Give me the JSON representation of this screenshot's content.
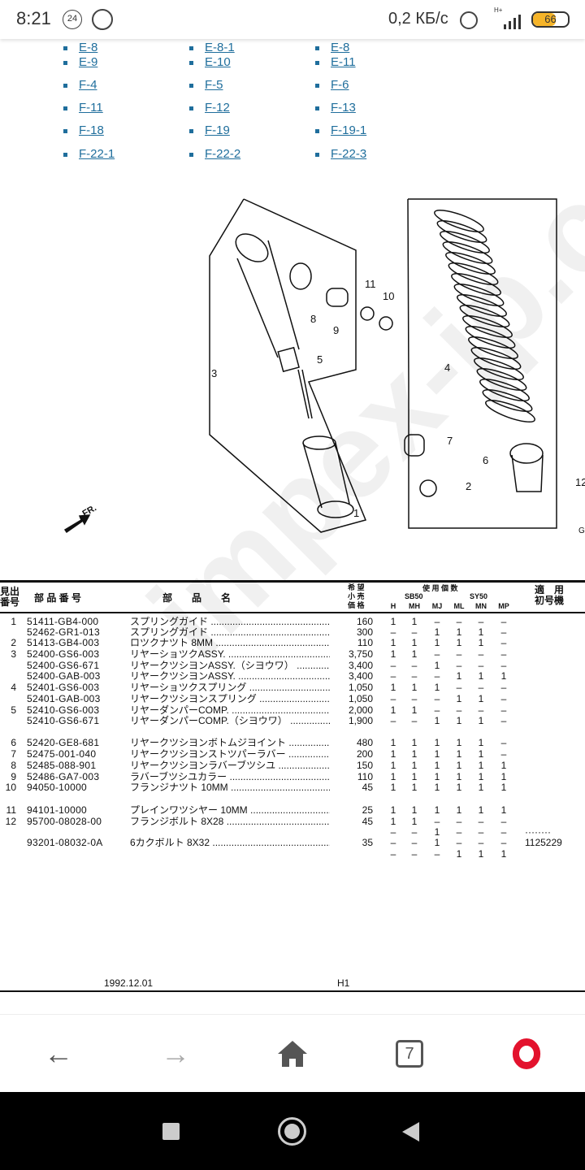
{
  "status_bar": {
    "time": "8:21",
    "notification_count": "24",
    "net_speed": "0,2 КБ/с",
    "network": "H+",
    "battery": "66",
    "battery_level": 0.66
  },
  "links": [
    [
      "E-8",
      "E-8-1",
      "E-8"
    ],
    [
      "E-9",
      "E-10",
      "E-11"
    ],
    [
      "F-4",
      "F-5",
      "F-6"
    ],
    [
      "F-11",
      "F-12",
      "F-13"
    ],
    [
      "F-18",
      "F-19",
      "F-19-1"
    ],
    [
      "F-22-1",
      "F-22-2",
      "F-22-3"
    ]
  ],
  "diagram": {
    "callouts": [
      "1",
      "2",
      "3",
      "4",
      "5",
      "6",
      "7",
      "8",
      "9",
      "10",
      "11",
      "12"
    ],
    "front_label": "FR.",
    "edge_label": "G"
  },
  "watermark": "impex-jp.com",
  "table": {
    "headers": {
      "ref": "見出\n番号",
      "part_no": "部 品 番 号",
      "part_name": "部　　品　　名",
      "price": "希 望\n小 売\n価 格",
      "usage": "使 用 個 数",
      "sb50": "SB50",
      "sy50": "SY50",
      "cols": [
        "H",
        "MH",
        "MJ",
        "ML",
        "MN",
        "MP"
      ],
      "applicable": "適　用\n初号機"
    },
    "rows": [
      {
        "ref": "1",
        "part_no": "51411-GB4-000",
        "name": "スプリングガイド",
        "price": "160",
        "qty": [
          "1",
          "1",
          "–",
          "–",
          "–",
          "–"
        ],
        "serial": ""
      },
      {
        "ref": "",
        "part_no": "52462-GR1-013",
        "name": "スプリングガイド",
        "price": "300",
        "qty": [
          "–",
          "–",
          "1",
          "1",
          "1",
          "–"
        ],
        "serial": ""
      },
      {
        "ref": "2",
        "part_no": "51413-GB4-003",
        "name": "ロツクナツト 8MM",
        "price": "110",
        "qty": [
          "1",
          "1",
          "1",
          "1",
          "1",
          "–"
        ],
        "serial": ""
      },
      {
        "ref": "3",
        "part_no": "52400-GS6-003",
        "name": "リヤーショツクASSY.",
        "price": "3,750",
        "qty": [
          "1",
          "1",
          "–",
          "–",
          "–",
          "–"
        ],
        "serial": ""
      },
      {
        "ref": "",
        "part_no": "52400-GS6-671",
        "name": "リヤークツシヨンASSY.（シヨウワ）",
        "price": "3,400",
        "qty": [
          "–",
          "–",
          "1",
          "–",
          "–",
          "–"
        ],
        "serial": ""
      },
      {
        "ref": "",
        "part_no": "52400-GAB-003",
        "name": "リヤークツシヨンASSY.",
        "price": "3,400",
        "qty": [
          "–",
          "–",
          "–",
          "1",
          "1",
          "1"
        ],
        "serial": ""
      },
      {
        "ref": "4",
        "part_no": "52401-GS6-003",
        "name": "リヤーショツクスプリング",
        "price": "1,050",
        "qty": [
          "1",
          "1",
          "1",
          "–",
          "–",
          "–"
        ],
        "serial": ""
      },
      {
        "ref": "",
        "part_no": "52401-GAB-003",
        "name": "リヤークツシヨンスプリング",
        "price": "1,050",
        "qty": [
          "–",
          "–",
          "–",
          "1",
          "1",
          "–"
        ],
        "serial": ""
      },
      {
        "ref": "5",
        "part_no": "52410-GS6-003",
        "name": "リヤーダンパーCOMP.",
        "price": "2,000",
        "qty": [
          "1",
          "1",
          "–",
          "–",
          "–",
          "–"
        ],
        "serial": ""
      },
      {
        "ref": "",
        "part_no": "52410-GS6-671",
        "name": "リヤーダンパーCOMP.（シヨウワ）",
        "price": "1,900",
        "qty": [
          "–",
          "–",
          "1",
          "1",
          "1",
          "–"
        ],
        "serial": ""
      },
      {
        "ref": "6",
        "part_no": "52420-GE8-681",
        "name": "リヤークツシヨンボトムジヨイント",
        "price": "480",
        "qty": [
          "1",
          "1",
          "1",
          "1",
          "1",
          "–"
        ],
        "serial": ""
      },
      {
        "ref": "7",
        "part_no": "52475-001-040",
        "name": "リヤークツシヨンストツパーラバー",
        "price": "200",
        "qty": [
          "1",
          "1",
          "1",
          "1",
          "1",
          "–"
        ],
        "serial": ""
      },
      {
        "ref": "8",
        "part_no": "52485-088-901",
        "name": "リヤークツシヨンラバーブツシユ",
        "price": "150",
        "qty": [
          "1",
          "1",
          "1",
          "1",
          "1",
          "1"
        ],
        "serial": ""
      },
      {
        "ref": "9",
        "part_no": "52486-GA7-003",
        "name": "ラバーブツシユカラー",
        "price": "110",
        "qty": [
          "1",
          "1",
          "1",
          "1",
          "1",
          "1"
        ],
        "serial": ""
      },
      {
        "ref": "10",
        "part_no": "94050-10000",
        "name": "フランジナツト 10MM",
        "price": "45",
        "qty": [
          "1",
          "1",
          "1",
          "1",
          "1",
          "1"
        ],
        "serial": ""
      },
      {
        "ref": "11",
        "part_no": "94101-10000",
        "name": "プレインワツシヤー 10MM",
        "price": "25",
        "qty": [
          "1",
          "1",
          "1",
          "1",
          "1",
          "1"
        ],
        "serial": ""
      },
      {
        "ref": "12",
        "part_no": "95700-08028-00",
        "name": "フランジボルト 8X28",
        "price": "45",
        "qty": [
          "1",
          "1",
          "–",
          "–",
          "–",
          "–"
        ],
        "serial": ""
      },
      {
        "ref": "",
        "part_no": "",
        "name": "",
        "price": "",
        "qty": [
          "–",
          "–",
          "1",
          "–",
          "–",
          "–"
        ],
        "serial": "········"
      },
      {
        "ref": "",
        "part_no": "93201-08032-0A",
        "name": "6カクボルト 8X32",
        "price": "35",
        "qty": [
          "–",
          "–",
          "1",
          "–",
          "–",
          "–"
        ],
        "serial": "1125229"
      },
      {
        "ref": "",
        "part_no": "",
        "name": "",
        "price": "",
        "qty": [
          "–",
          "–",
          "–",
          "1",
          "1",
          "1"
        ],
        "serial": ""
      }
    ],
    "footer": {
      "date": "1992.12.01",
      "page": "H1"
    }
  },
  "bottom_nav": {
    "tabs_count": "7"
  }
}
